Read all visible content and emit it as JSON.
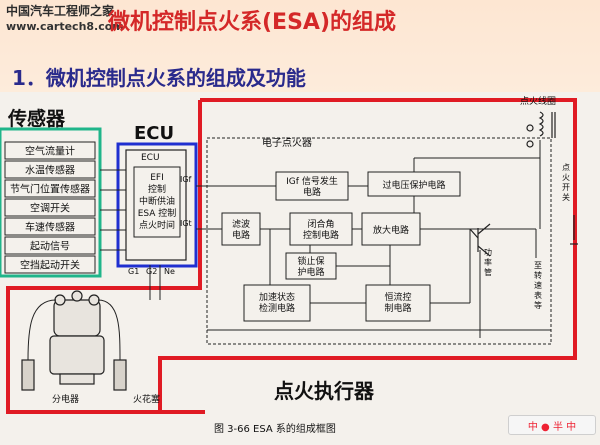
{
  "watermark": {
    "line1": "中国汽车工程师之家",
    "url": "www.cartech8.com"
  },
  "title": "微机控制点火系(ESA)的组成",
  "subtitle": "1．微机控制点火系的组成及功能",
  "labels": {
    "sensors": "传感器",
    "ecu": "ECU",
    "actuators": "点火执行器",
    "electronic_igniter": "电子点火器",
    "ignition_coil": "点火线圈",
    "ignition_switch": "点火开关",
    "distributor": "分电器",
    "spark_plug": "火花塞",
    "caption": "图 3-66  ESA 系的组成框图",
    "to_tach": "至转速表等",
    "power_tube": "功率管"
  },
  "sensors_list": [
    "空气流量计",
    "水温传感器",
    "节气门位置传感器",
    "空调开关",
    "车速传感器",
    "起动信号",
    "空挡起动开关"
  ],
  "ecu_box": {
    "header": "ECU",
    "lines": [
      "EFI",
      "控制",
      "中断供油",
      "ESA 控制",
      "点火时间"
    ],
    "pins_bottom": [
      "G1",
      "G2",
      "Ne"
    ],
    "pin_igf": "IGf",
    "pin_igt": "IGt"
  },
  "blocks": {
    "igf_gen": [
      "IGf 信号发生",
      "电路"
    ],
    "overvoltage": "过电压保护电路",
    "filter": [
      "滤波",
      "电路"
    ],
    "dwell": [
      "闭合角",
      "控制电路"
    ],
    "amp": "放大电路",
    "lock": [
      "锁止保",
      "护电路"
    ],
    "accel": [
      "加速状态",
      "检测电路"
    ],
    "current": [
      "恒流控",
      "制电路"
    ]
  },
  "sticker": "中 ● 半 中"
}
